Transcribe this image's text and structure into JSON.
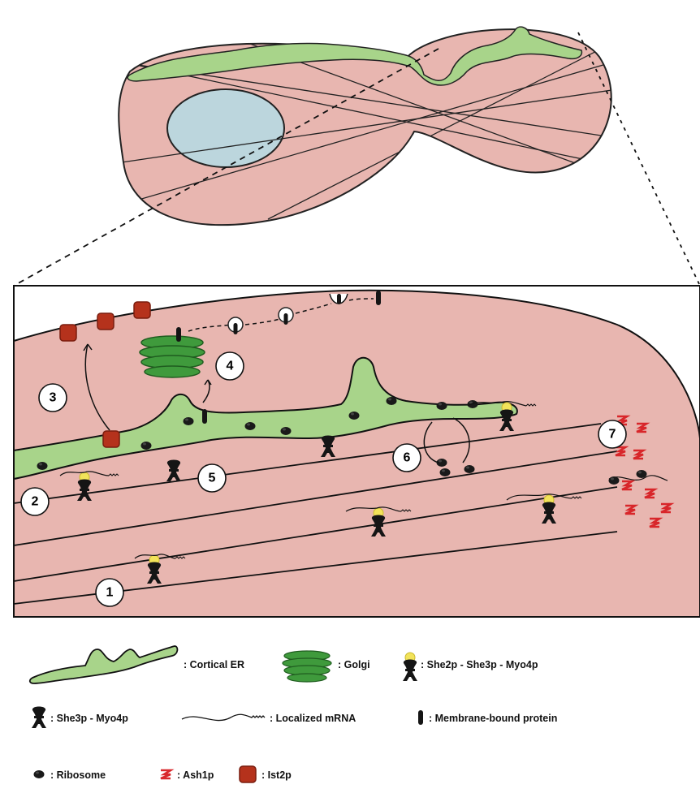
{
  "step_labels": [
    "1",
    "2",
    "3",
    "4",
    "5",
    "6",
    "7"
  ],
  "legend": {
    "cortical_er": ": Cortical ER",
    "golgi": ": Golgi",
    "she2p_she3p_myo4p": ": She2p - She3p - Myo4p",
    "she3p_myo4p": ": She3p - Myo4p",
    "localized_mrna": ": Localized mRNA",
    "membrane_bound_protein": ": Membrane-bound protein",
    "ribosome": ": Ribosome",
    "ash1p": ": Ash1p",
    "ist2p": ": Ist2p"
  },
  "colors": {
    "cell": "#e8b6b0",
    "nucleus": "#bcd6dd",
    "er": "#a8d48a",
    "golgi": "#3f9a3c",
    "ist2p": "#b5321c",
    "ash1p": "#d8262a",
    "she2p": "#f2e35a"
  }
}
